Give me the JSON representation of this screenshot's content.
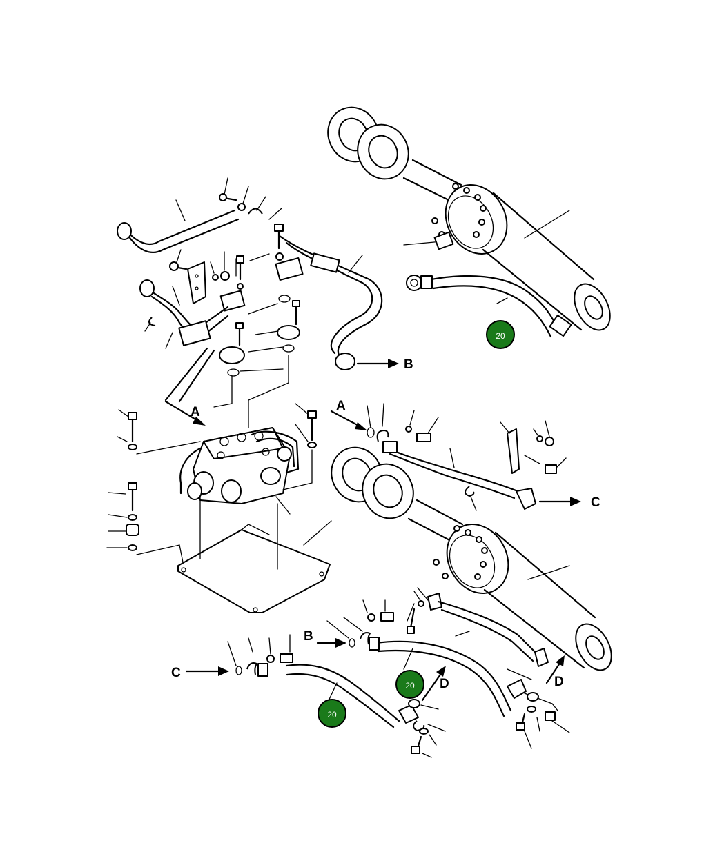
{
  "colors": {
    "line": "#000000",
    "badge_fill": "#1a7a1a"
  },
  "callouts": {
    "letter_a": "A",
    "letter_b": "B",
    "letter_c": "C",
    "letter_d": "D"
  },
  "badges": [
    {
      "id": "badge-upper-hose",
      "label": "20"
    },
    {
      "id": "badge-lower-left-hose",
      "label": "20"
    },
    {
      "id": "badge-lower-right-hose",
      "label": "20"
    }
  ]
}
